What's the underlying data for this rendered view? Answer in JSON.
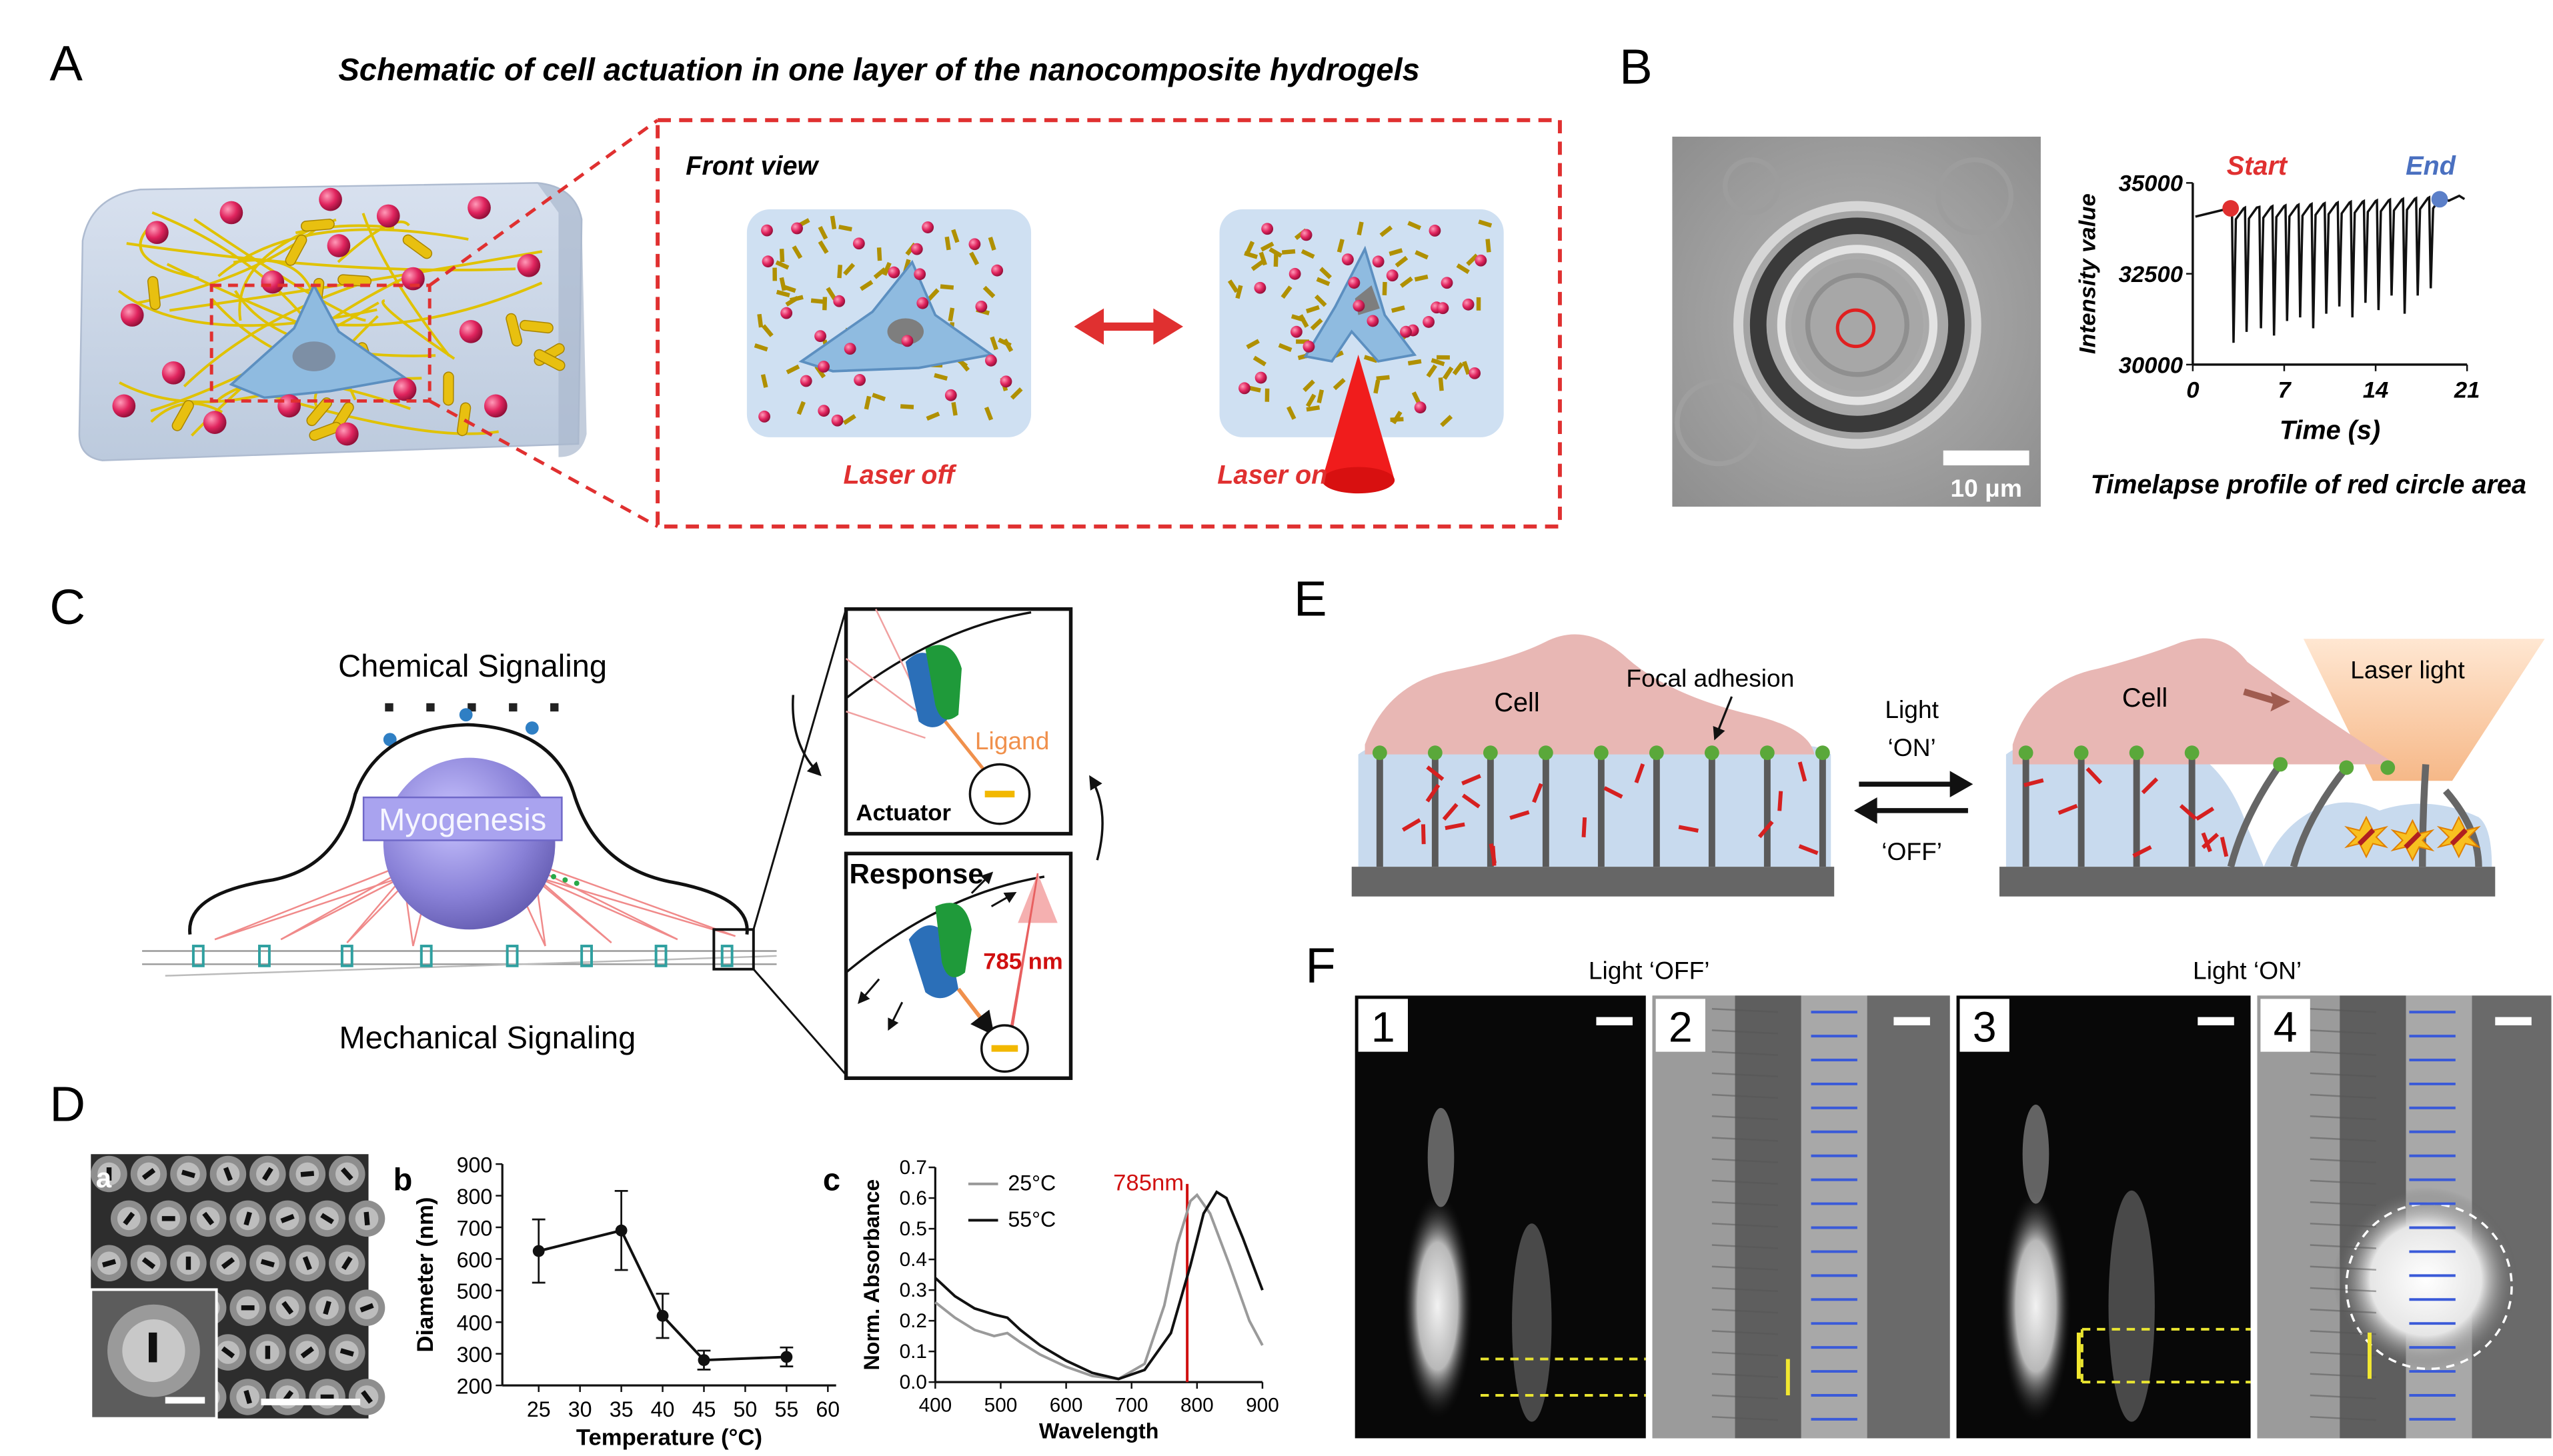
{
  "panel_a": {
    "letter": "A",
    "title": "Schematic of cell actuation in one layer of the nanocomposite hydrogels",
    "front_view": "Front view",
    "laser_off": "Laser off",
    "laser_on": "Laser on"
  },
  "panel_b": {
    "letter": "B",
    "scale_bar": "10 μm",
    "caption": "Timelapse profile of red circle area",
    "start_label": "Start",
    "end_label": "End",
    "chart_data": {
      "type": "line",
      "xlabel": "Time (s)",
      "ylabel": "Intensity value",
      "xlim": [
        0,
        21
      ],
      "ylim": [
        30000,
        35000
      ],
      "xticks": [
        "0",
        "7",
        "14",
        "21"
      ],
      "yticks": [
        "30000",
        "32500",
        "35000"
      ],
      "pulse_times": [
        3.0,
        4.0,
        5.1,
        6.1,
        7.1,
        8.1,
        9.1,
        10.1,
        11.1,
        12.1,
        13.1,
        14.1,
        15.1,
        16.1,
        17.1,
        18.1
      ],
      "pulse_minima": [
        30600,
        30900,
        31000,
        30800,
        31200,
        31300,
        31000,
        31400,
        31600,
        31300,
        31700,
        31500,
        31900,
        31400,
        31900,
        32100
      ],
      "baseline_start": 34300,
      "baseline_end": 34600,
      "start_point": [
        2.9,
        34300
      ],
      "end_point": [
        18.9,
        34550
      ]
    }
  },
  "panel_c": {
    "letter": "C",
    "chemical": "Chemical Signaling",
    "mechanical": "Mechanical Signaling",
    "myogenesis": "Myogenesis",
    "ligand": "Ligand",
    "actuator": "Actuator",
    "response": "Response",
    "wavelength": "785 nm"
  },
  "panel_d": {
    "letter": "D",
    "sub_a": "a",
    "sub_b": "b",
    "sub_c": "c",
    "chart_b": {
      "type": "line",
      "xlabel": "Temperature (°C)",
      "ylabel": "Diameter (nm)",
      "xlim": [
        25,
        60
      ],
      "ylim": [
        200,
        900
      ],
      "xticks": [
        "25",
        "30",
        "35",
        "40",
        "45",
        "50",
        "55",
        "60"
      ],
      "yticks": [
        "200",
        "300",
        "400",
        "500",
        "600",
        "700",
        "800",
        "900"
      ],
      "x": [
        25,
        35,
        40,
        45,
        55
      ],
      "y": [
        625,
        690,
        420,
        280,
        290
      ],
      "err": [
        100,
        125,
        70,
        30,
        30
      ]
    },
    "chart_c": {
      "type": "line",
      "xlabel": "Wavelength",
      "ylabel": "Norm. Absorbance",
      "xlim": [
        400,
        900
      ],
      "ylim": [
        0,
        0.7
      ],
      "xticks": [
        "400",
        "500",
        "600",
        "700",
        "800",
        "900"
      ],
      "yticks": [
        "0.0",
        "0.1",
        "0.2",
        "0.3",
        "0.4",
        "0.5",
        "0.6",
        "0.7"
      ],
      "marker": 785,
      "marker_label": "785nm",
      "series": [
        {
          "name": "25°C",
          "color": "#9a9a9a",
          "x": [
            400,
            430,
            460,
            490,
            510,
            530,
            560,
            600,
            640,
            680,
            720,
            750,
            770,
            790,
            800,
            820,
            850,
            880,
            900
          ],
          "y": [
            0.26,
            0.21,
            0.17,
            0.15,
            0.16,
            0.13,
            0.09,
            0.05,
            0.02,
            0.01,
            0.06,
            0.25,
            0.45,
            0.59,
            0.61,
            0.55,
            0.38,
            0.2,
            0.12
          ]
        },
        {
          "name": "55°C",
          "color": "#111111",
          "x": [
            400,
            430,
            460,
            490,
            510,
            530,
            560,
            600,
            640,
            680,
            720,
            760,
            790,
            810,
            830,
            845,
            870,
            900
          ],
          "y": [
            0.34,
            0.28,
            0.24,
            0.22,
            0.21,
            0.17,
            0.12,
            0.07,
            0.03,
            0.01,
            0.04,
            0.16,
            0.38,
            0.55,
            0.62,
            0.6,
            0.47,
            0.3
          ]
        }
      ]
    }
  },
  "panel_e": {
    "letter": "E",
    "cell_left": "Cell",
    "focal_adhesion": "Focal adhesion",
    "light": "Light",
    "on": "‘ON’",
    "off": "‘OFF’",
    "cell_right": "Cell",
    "laser_light": "Laser light"
  },
  "panel_f": {
    "letter": "F",
    "light_off": "Light ‘OFF’",
    "light_on": "Light ‘ON’",
    "tiles": [
      "1",
      "2",
      "3",
      "4"
    ]
  }
}
